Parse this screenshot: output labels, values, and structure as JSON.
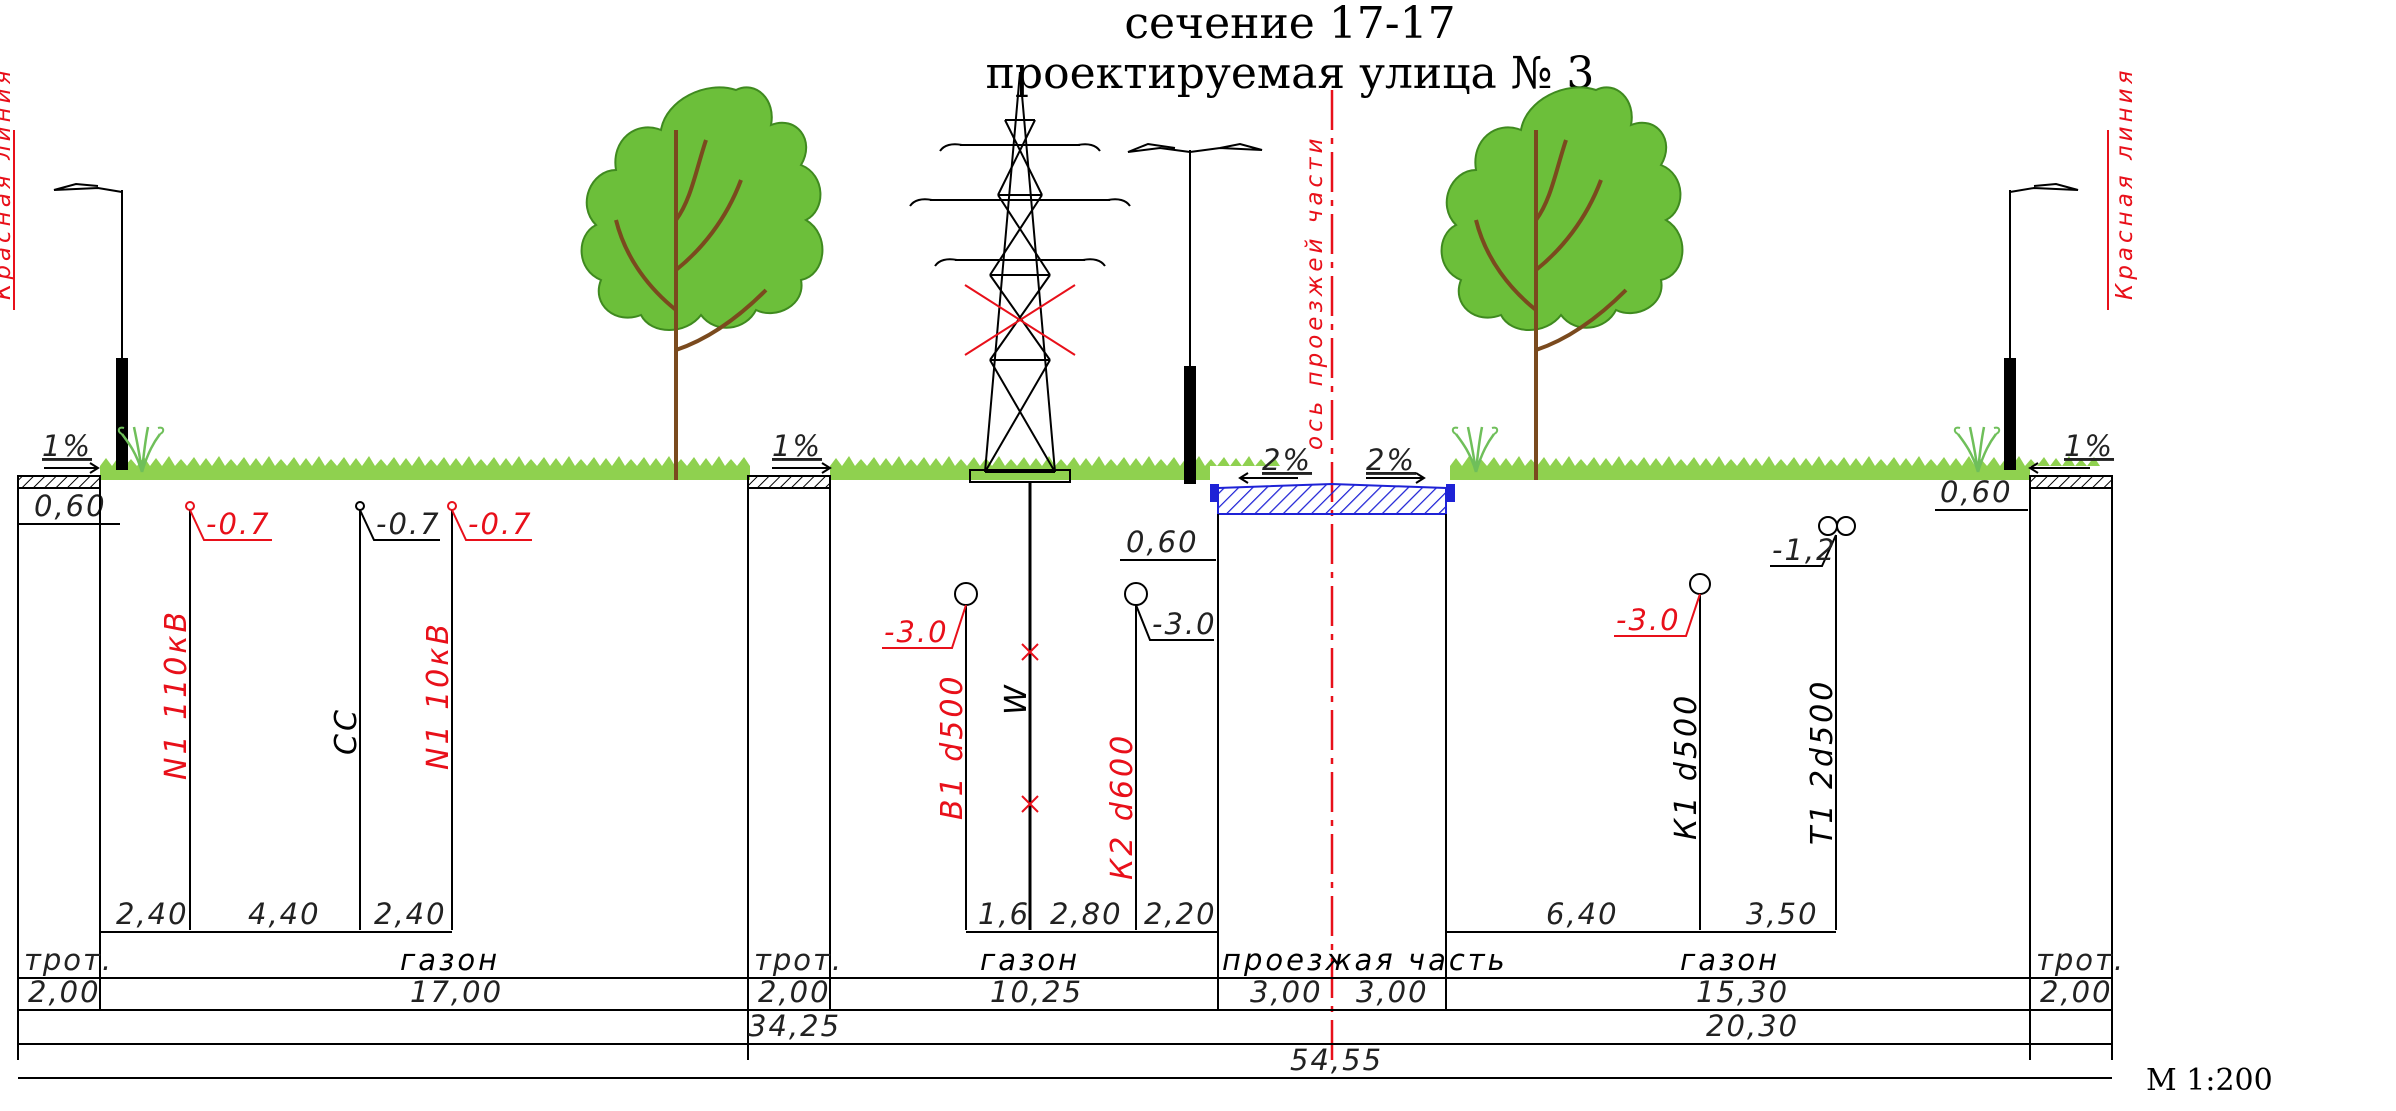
{
  "title": {
    "line1": "сечение 17-17",
    "line2": "проектируемая улица № 3"
  },
  "scale": "М 1:200",
  "red_line_label": "Красная линия",
  "axis_label": "ось проезжей части",
  "slopes": {
    "left_sidewalk": "1%",
    "mid_sidewalk": "1%",
    "road_left": "2%",
    "road_right": "2%",
    "right_sidewalk": "1%"
  },
  "offsets": {
    "left": "0,60",
    "road": "0,60",
    "right": "0,60"
  },
  "depths": {
    "n1_110": "-0.7",
    "cc": "-0.7",
    "n1_10": "-0.7",
    "b1": "-3.0",
    "k2": "-3.0",
    "k1": "-3.0",
    "t1": "-1,2"
  },
  "utilities": {
    "n1_110": "N1 110кВ",
    "cc": "СС",
    "n1_10": "N1 10кВ",
    "b1": "В1 d500",
    "w": "W",
    "k2": "К2 d600",
    "k1": "К1 d500",
    "t1": "Т1 2d500"
  },
  "utility_dims": {
    "left": [
      "2,40",
      "4,40",
      "2,40"
    ],
    "center": [
      "1,6",
      "2,80",
      "2,20"
    ],
    "right": [
      "6,40",
      "3,50"
    ]
  },
  "zones": {
    "trot": "трот.",
    "gazon": "газон",
    "road": "проезжая часть"
  },
  "widths": {
    "left_trot": "2,00",
    "left_gazon": "17,00",
    "mid_trot": "2,00",
    "mid_gazon": "10,25",
    "road_left": "3,00",
    "road_right": "3,00",
    "right_gazon": "15,30",
    "right_trot": "2,00"
  },
  "totals": {
    "left": "34,25",
    "right": "20,30",
    "overall": "54,55"
  },
  "colors": {
    "red": "#e8101a",
    "grass": "#8fd14f",
    "tree": "#6cbf3a",
    "asphalt": "#1e22d6"
  },
  "icons": [
    "street-lamp-icon",
    "tree-icon",
    "power-pylon-icon",
    "shrub-icon",
    "pipe-marker-icon"
  ]
}
